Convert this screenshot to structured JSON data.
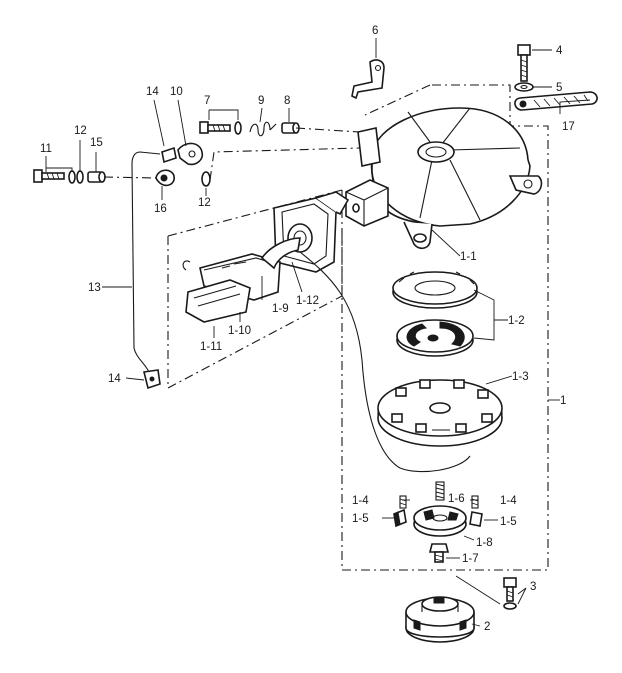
{
  "diagram": {
    "callouts": [
      {
        "id": "c-1",
        "text": "1"
      },
      {
        "id": "c-1-1",
        "text": "1-1"
      },
      {
        "id": "c-1-2",
        "text": "1-2"
      },
      {
        "id": "c-1-3",
        "text": "1-3"
      },
      {
        "id": "c-1-4a",
        "text": "1-4"
      },
      {
        "id": "c-1-4b",
        "text": "1-4"
      },
      {
        "id": "c-1-5a",
        "text": "1-5"
      },
      {
        "id": "c-1-5b",
        "text": "1-5"
      },
      {
        "id": "c-1-6",
        "text": "1-6"
      },
      {
        "id": "c-1-7",
        "text": "1-7"
      },
      {
        "id": "c-1-8",
        "text": "1-8"
      },
      {
        "id": "c-1-9",
        "text": "1-9"
      },
      {
        "id": "c-1-10",
        "text": "1-10"
      },
      {
        "id": "c-1-11",
        "text": "1-11"
      },
      {
        "id": "c-1-12",
        "text": "1-12"
      },
      {
        "id": "c-2",
        "text": "2"
      },
      {
        "id": "c-3",
        "text": "3"
      },
      {
        "id": "c-4",
        "text": "4"
      },
      {
        "id": "c-5",
        "text": "5"
      },
      {
        "id": "c-6",
        "text": "6"
      },
      {
        "id": "c-7",
        "text": "7"
      },
      {
        "id": "c-8",
        "text": "8"
      },
      {
        "id": "c-9",
        "text": "9"
      },
      {
        "id": "c-10",
        "text": "10"
      },
      {
        "id": "c-11",
        "text": "11"
      },
      {
        "id": "c-12a",
        "text": "12"
      },
      {
        "id": "c-12b",
        "text": "12"
      },
      {
        "id": "c-13",
        "text": "13"
      },
      {
        "id": "c-14a",
        "text": "14"
      },
      {
        "id": "c-14b",
        "text": "14"
      },
      {
        "id": "c-15",
        "text": "15"
      },
      {
        "id": "c-16",
        "text": "16"
      },
      {
        "id": "c-17",
        "text": "17"
      }
    ]
  }
}
